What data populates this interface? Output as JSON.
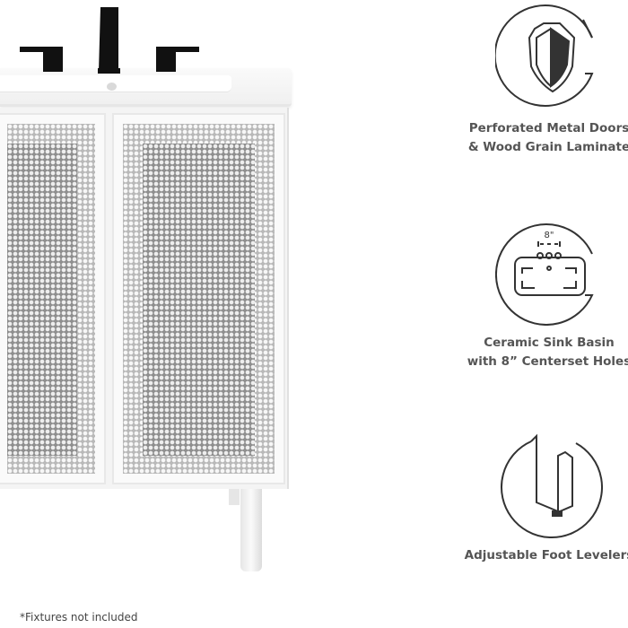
{
  "features": [
    {
      "icon": "shield-icon",
      "lines": [
        "Perforated Metal Doors",
        "& Wood Grain Laminate"
      ]
    },
    {
      "icon": "sink-basin-icon",
      "dimension": "8\"",
      "lines": [
        "Ceramic Sink Basin",
        "with 8” Centerset Holes"
      ]
    },
    {
      "icon": "foot-leveler-icon",
      "lines": [
        "Adjustable Foot Levelers"
      ]
    }
  ],
  "footnote": "*Fixtures not included",
  "colors": {
    "icon_stroke": "#333333",
    "text": "#555555",
    "faucet": "#111111"
  }
}
